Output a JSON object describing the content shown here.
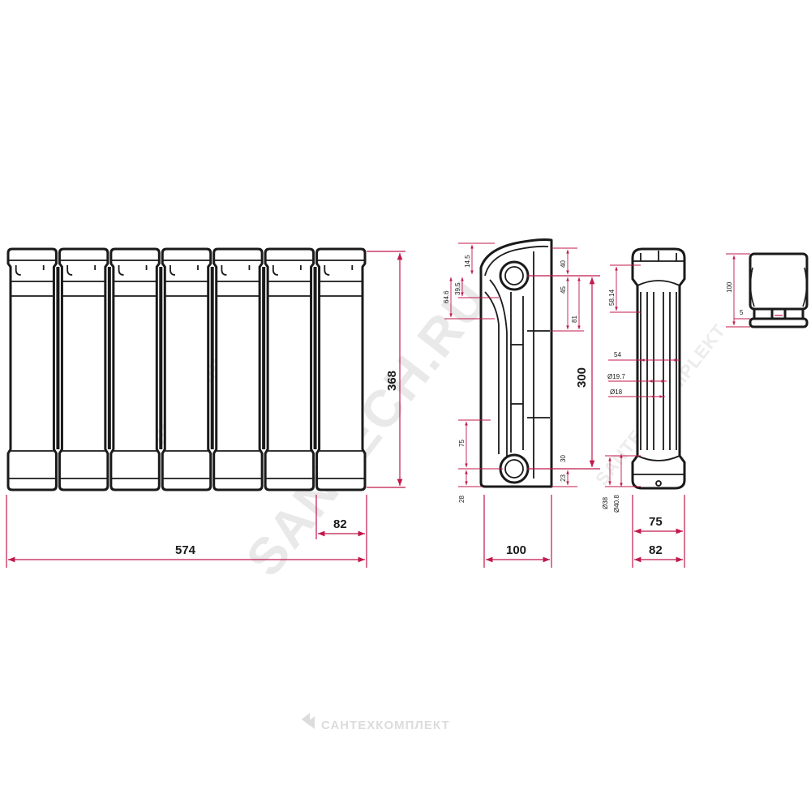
{
  "watermark": {
    "main": "SANTECH.RU",
    "secondary": "SANTECHKOMPLEKT",
    "footer": "САНТЕХКОМПЛЕКТ"
  },
  "front_view": {
    "section_count": 7,
    "dim_total_width": "574",
    "dim_section_width": "82",
    "dim_total_height": "368"
  },
  "side_view": {
    "dim_depth": "100",
    "dim_axis_distance": "300",
    "dim_top_40": "40",
    "dim_top_45": "45",
    "dim_top_81": "81",
    "dim_bottom_30": "30",
    "dim_bottom_23": "23",
    "dim_left_14_5": "14.5",
    "dim_left_39_5": "39.5",
    "dim_left_64_6": "64.6",
    "dim_left_75": "75",
    "dim_left_28": "28"
  },
  "end_view": {
    "dim_body_width": "75",
    "dim_overall_width": "82",
    "dim_58_14": "58.14",
    "dim_54": "54",
    "dim_d19_7": "Ø19.7",
    "dim_d18": "Ø18",
    "dim_d38": "Ø38",
    "dim_d40_8": "Ø40.8"
  },
  "top_view": {
    "dim_height_100": "100",
    "dim_5": "5"
  }
}
